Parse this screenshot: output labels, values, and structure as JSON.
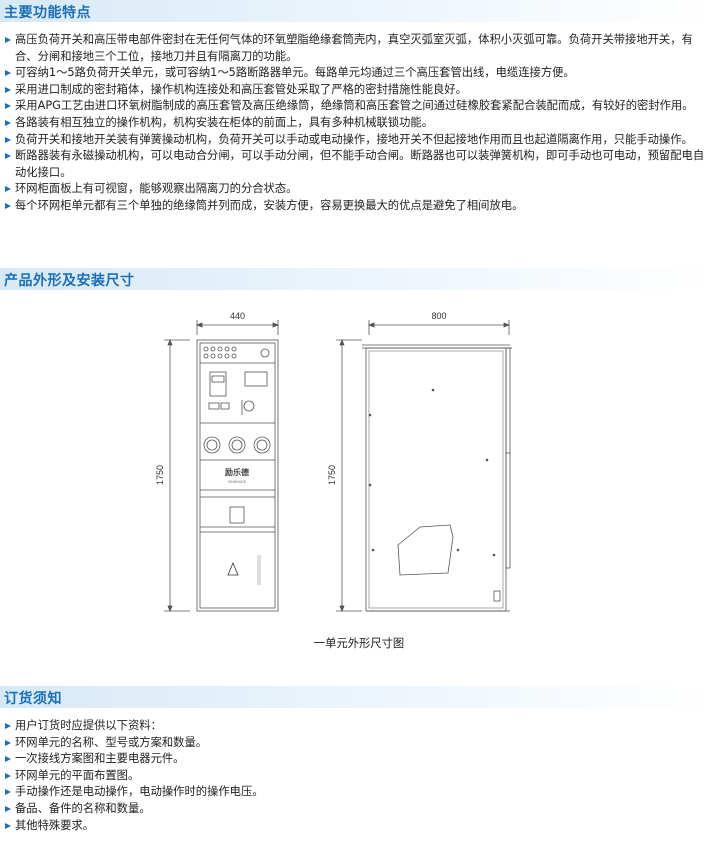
{
  "sections": {
    "features": {
      "title": "主要功能特点",
      "items": [
        "高压负荷开关和高压带电部件密封在无任何气体的环氧塑脂绝缘套筒壳内，真空灭弧室灭弧，体积小灭弧可靠。负荷开关带接地开关，有合、分闸和接地三个工位，接地刀并且有隔离刀的功能。",
        "可容纳1～5路负荷开关单元，或可容纳1～5路断路器单元。每路单元均通过三个高压套管出线，电缆连接方便。",
        "采用进口制成的密封箱体，操作机构连接处和高压套管处采取了严格的密封措施性能良好。",
        "采用APG工艺由进口环氧树脂制成的高压套管及高压绝缘筒，绝缘筒和高压套管之间通过硅橡胶套紧配合装配而成，有较好的密封作用。",
        "各路装有相互独立的操作机构，机构安装在柜体的前面上，具有多种机械联锁功能。",
        "负荷开关和接地开关装有弹簧操动机构，负荷开关可以手动或电动操作，接地开关不但起接地作用而且也起道隔离作用，只能手动操作。",
        "断路器装有永磁操动机构，可以电动合分闸，可以手动分闸，但不能手动合闸。断路器也可以装弹簧机构，即可手动也可电动，预留配电自动化接口。",
        "环网柜面板上有可视窗，能够观察出隔离刀的分合状态。",
        "每个环网柜单元都有三个单独的绝缘筒并列而成，安装方便，容易更换最大的优点是避免了相间放电。"
      ]
    },
    "dimensions": {
      "title": "产品外形及安装尺寸",
      "caption": "一单元外形尺寸图",
      "front": {
        "width_label": "440",
        "height_label": "1750",
        "brand": "励乐德",
        "brand_sub": "XINSHUDE"
      },
      "side": {
        "width_label": "800",
        "height_label": "1750"
      }
    },
    "ordering": {
      "title": "订货须知",
      "items": [
        "用户订货时应提供以下资料：",
        "环网单元的名称、型号或方案和数量。",
        "一次接线方案图和主要电器元件。",
        "环网单元的平面布置图。",
        "手动操作还是电动操作，电动操作时的操作电压。",
        "备品、备件的名称和数量。",
        "其他特殊要求。"
      ]
    }
  },
  "colors": {
    "accent": "#1b6fb5",
    "header_bg": "#d7e9f6",
    "drawing": "#555555"
  }
}
